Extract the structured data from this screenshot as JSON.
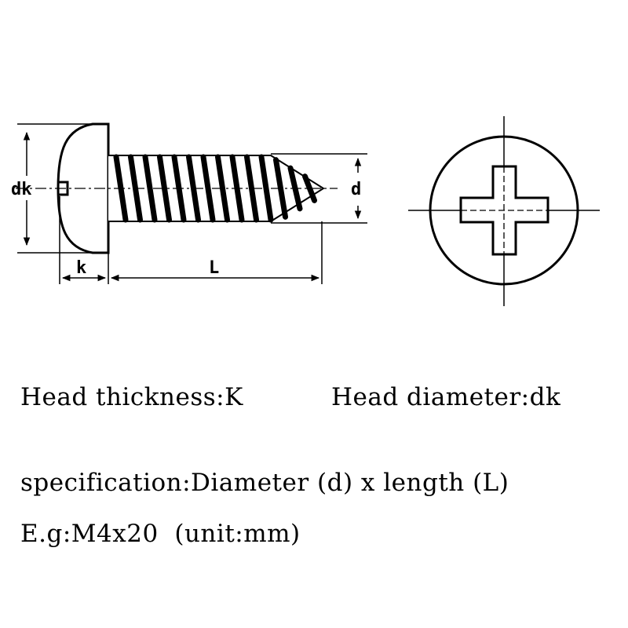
{
  "diagram": {
    "labels": {
      "head_diameter": "dk",
      "thread_diameter": "d",
      "head_thickness": "k",
      "length": "L"
    }
  },
  "captions": {
    "head_thickness": "Head thickness:K",
    "head_diameter": "Head diameter:dk",
    "specification": "specification:Diameter (d) x length (L)",
    "example": "E.g:M4x20  (unit:mm)"
  },
  "colors": {
    "ink": "#000000",
    "background": "#ffffff"
  }
}
